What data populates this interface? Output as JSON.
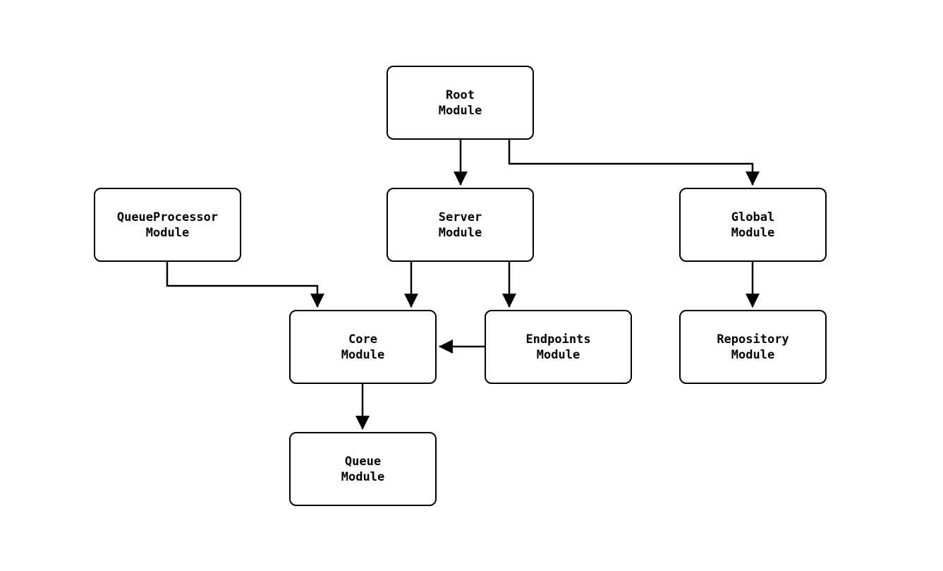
{
  "diagram": {
    "type": "flowchart",
    "background": "#ffffff",
    "colors": {
      "node_border": "#000000",
      "node_fill": "#ffffff",
      "arrow": "#000000",
      "text": "#000000"
    },
    "nodes": {
      "root": {
        "line1": "Root",
        "line2": "Module"
      },
      "server": {
        "line1": "Server",
        "line2": "Module"
      },
      "global": {
        "line1": "Global",
        "line2": "Module"
      },
      "queueprocessor": {
        "line1": "QueueProcessor",
        "line2": "Module"
      },
      "core": {
        "line1": "Core",
        "line2": "Module"
      },
      "endpoints": {
        "line1": "Endpoints",
        "line2": "Module"
      },
      "repository": {
        "line1": "Repository",
        "line2": "Module"
      },
      "queue": {
        "line1": "Queue",
        "line2": "Module"
      }
    },
    "edges": [
      {
        "from": "Root Module",
        "to": "Server Module"
      },
      {
        "from": "Root Module",
        "to": "Global Module"
      },
      {
        "from": "QueueProcessor Module",
        "to": "Core Module"
      },
      {
        "from": "Server Module",
        "to": "Core Module"
      },
      {
        "from": "Server Module",
        "to": "Endpoints Module"
      },
      {
        "from": "Endpoints Module",
        "to": "Core Module"
      },
      {
        "from": "Global Module",
        "to": "Repository Module"
      },
      {
        "from": "Core Module",
        "to": "Queue Module"
      }
    ]
  }
}
